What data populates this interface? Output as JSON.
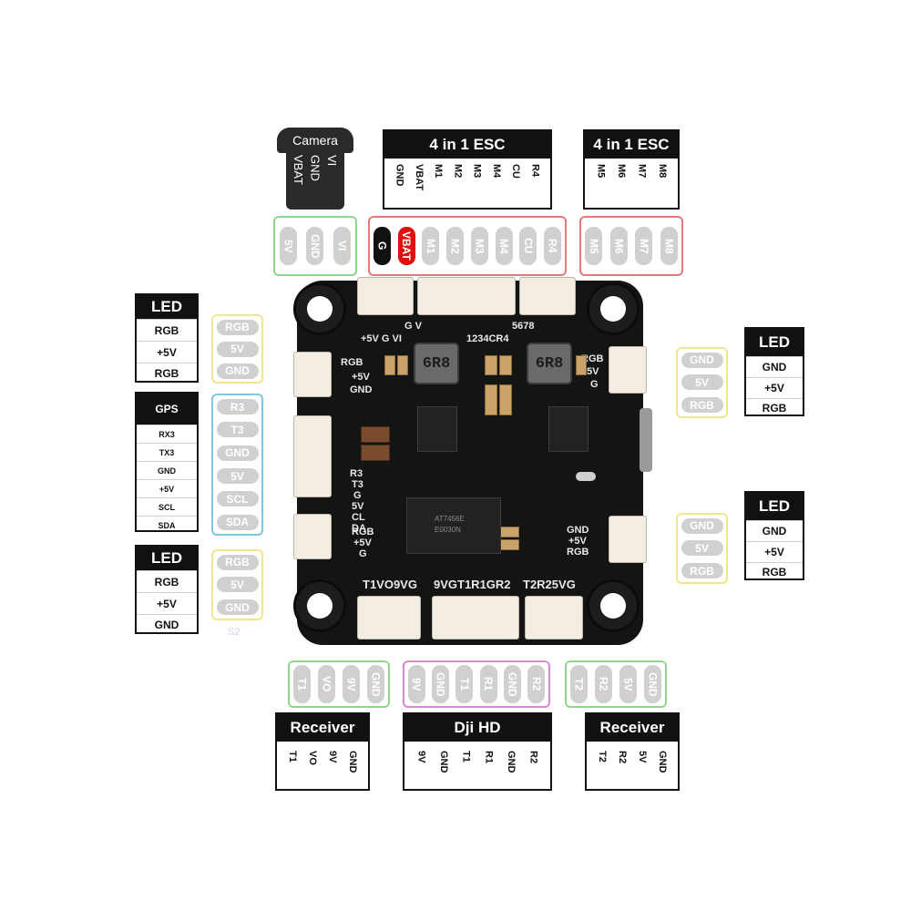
{
  "camera": {
    "title": "Camera",
    "pins": [
      "VBAT",
      "GND",
      "VI"
    ],
    "board_pads": [
      "5V",
      "GND",
      "VI"
    ],
    "accent_color": "#8fd48f"
  },
  "esc1": {
    "title": "4 in 1 ESC",
    "labels": [
      "GND",
      "VBAT",
      "M1",
      "M2",
      "M3",
      "M4",
      "CU",
      "R4"
    ],
    "pads": [
      "G",
      "VBAT",
      "M1",
      "M2",
      "M3",
      "M4",
      "CU",
      "R4"
    ],
    "accent_color": "#e07a7a"
  },
  "esc2": {
    "title": "4 in 1 ESC",
    "labels": [
      "M5",
      "M6",
      "M7",
      "M8"
    ],
    "pads": [
      "M5",
      "M6",
      "M7",
      "M8"
    ],
    "accent_color": "#e07a7a"
  },
  "led_tl": {
    "title": "LED",
    "labels": [
      "RGB",
      "+5V",
      "RGB"
    ],
    "pads": [
      "RGB",
      "5V",
      "GND"
    ],
    "accent_color": "#f0e68c"
  },
  "gps": {
    "title": "GPS",
    "labels": [
      "RX3",
      "TX3",
      "GND",
      "+5V",
      "SCL",
      "SDA"
    ],
    "pads": [
      "R3",
      "T3",
      "GND",
      "5V",
      "SCL",
      "SDA"
    ],
    "accent_color": "#7fc6e0"
  },
  "led_bl": {
    "title": "LED",
    "labels": [
      "RGB",
      "+5V",
      "GND"
    ],
    "pads": [
      "RGB",
      "5V",
      "GND"
    ],
    "pad_footer": "S2",
    "accent_color": "#f0e68c"
  },
  "led_tr": {
    "title": "LED",
    "labels": [
      "GND",
      "+5V",
      "RGB"
    ],
    "pads": [
      "GND",
      "5V",
      "RGB"
    ],
    "accent_color": "#f0e68c"
  },
  "led_mr": {
    "title": "LED",
    "labels": [
      "GND",
      "+5V",
      "RGB"
    ],
    "pads": [
      "GND",
      "5V",
      "RGB"
    ],
    "accent_color": "#f0e68c"
  },
  "receiver_l": {
    "title": "Receiver",
    "labels": [
      "T1",
      "VO",
      "9V",
      "GND"
    ],
    "pads": [
      "T1",
      "VO",
      "9V",
      "GND"
    ],
    "accent_color": "#8fd48f"
  },
  "dji": {
    "title": "Dji HD",
    "labels": [
      "9V",
      "GND",
      "T1",
      "R1",
      "GND",
      "R2"
    ],
    "pads": [
      "9V",
      "GND",
      "T1",
      "R1",
      "GND",
      "R2"
    ],
    "accent_color": "#d88ad0"
  },
  "receiver_r": {
    "title": "Receiver",
    "labels": [
      "T2",
      "R2",
      "5V",
      "GND"
    ],
    "pads": [
      "T2",
      "R2",
      "5V",
      "GND"
    ],
    "accent_color": "#8fd48f"
  },
  "board": {
    "inductor_1": "6R8",
    "inductor_2": "6R8",
    "silk_top_left": "+5V G VI",
    "silk_top_mid": "G V",
    "silk_top_right": "5678",
    "silk_top_mid2": "1234CR4",
    "silk_rgb_left": "RGB",
    "silk_rgb_left2": "+5V",
    "silk_rgb_left3": "GND",
    "silk_gps": [
      "R3",
      "T3",
      "G",
      "5V",
      "CL",
      "DA"
    ],
    "silk_bl": [
      "RGB",
      "+5V",
      "G"
    ],
    "silk_rgb_right": [
      "RGB",
      "5V",
      "G"
    ],
    "silk_mr": [
      "GND",
      "+5V",
      "RGB"
    ],
    "silk_bottom_left": "T1VO9VG",
    "silk_bottom_mid": "9VGT1R1GR2",
    "silk_bottom_right": "T2R25VG",
    "chip_marking_1": "AT7456E",
    "chip_marking_2": "E0030N"
  }
}
